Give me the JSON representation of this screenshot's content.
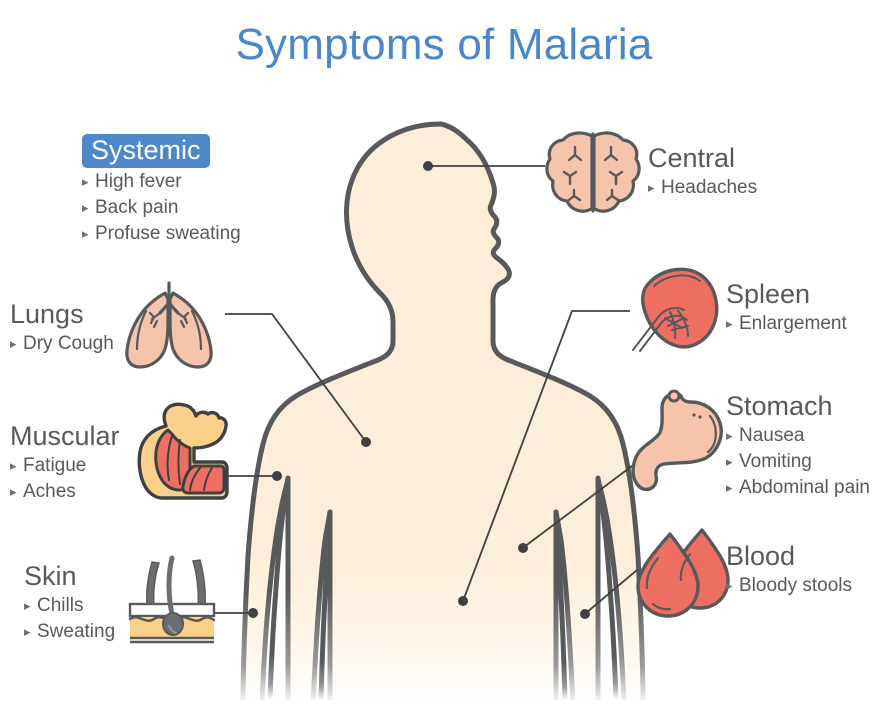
{
  "title": "Symptoms of Malaria",
  "colors": {
    "title_blue": "#4a86c8",
    "badge_blue": "#4d89c9",
    "text_gray": "#58595b",
    "outline_gray": "#58595b",
    "body_fill": "#fdeed9",
    "organ_peach": "#f6c3ab",
    "organ_red": "#ef6e62",
    "skin_amber": "#fbd08a",
    "muscle_red": "#ef6e62",
    "background": "#ffffff"
  },
  "sections": {
    "systemic": {
      "heading": "Systemic",
      "is_badge": true,
      "bullets": [
        "High fever",
        "Back pain",
        "Profuse sweating"
      ]
    },
    "lungs": {
      "heading": "Lungs",
      "icon": "lungs-icon",
      "bullets": [
        "Dry Cough"
      ]
    },
    "muscular": {
      "heading": "Muscular",
      "icon": "flexed-arm-icon",
      "bullets": [
        "Fatigue",
        "Aches"
      ]
    },
    "skin": {
      "heading": "Skin",
      "icon": "skin-cross-section-icon",
      "bullets": [
        "Chills",
        "Sweating"
      ]
    },
    "central": {
      "heading": "Central",
      "icon": "brain-icon",
      "bullets": [
        "Headaches"
      ]
    },
    "spleen": {
      "heading": "Spleen",
      "icon": "spleen-icon",
      "bullets": [
        "Enlargement"
      ]
    },
    "stomach": {
      "heading": "Stomach",
      "icon": "stomach-icon",
      "bullets": [
        "Nausea",
        "Vomiting",
        "Abdominal pain"
      ]
    },
    "blood": {
      "heading": "Blood",
      "icon": "blood-drops-icon",
      "bullets": [
        "Bloody stools"
      ]
    }
  },
  "bullet_glyph": "▸",
  "figure": {
    "name": "human-body-silhouette",
    "description": "male body facing right, head in profile"
  }
}
